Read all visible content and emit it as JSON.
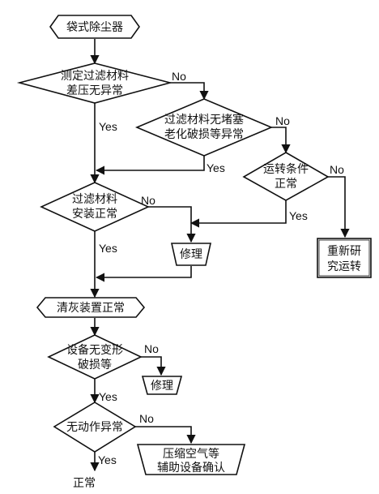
{
  "diagram": {
    "start": "袋式除尘器",
    "check_pressure": [
      "测定过滤材料",
      "差压无异常"
    ],
    "check_clog": [
      "过滤材料无堵塞",
      "老化破损等异常"
    ],
    "check_operation": [
      "运转条件",
      "正常"
    ],
    "restudy": [
      "重新研",
      "究运转"
    ],
    "check_install": [
      "过滤材料",
      "安装正常"
    ],
    "repair_1": "修理",
    "cleaning": "清灰装置正常",
    "check_deform": [
      "设备无变形",
      "破损等"
    ],
    "repair_2": "修理",
    "check_motion": "无动作异常",
    "confirm_air": [
      "压缩空气等",
      "辅助设备确认"
    ],
    "normal": "正常",
    "labels": {
      "yes": "Yes",
      "no": "No"
    }
  }
}
